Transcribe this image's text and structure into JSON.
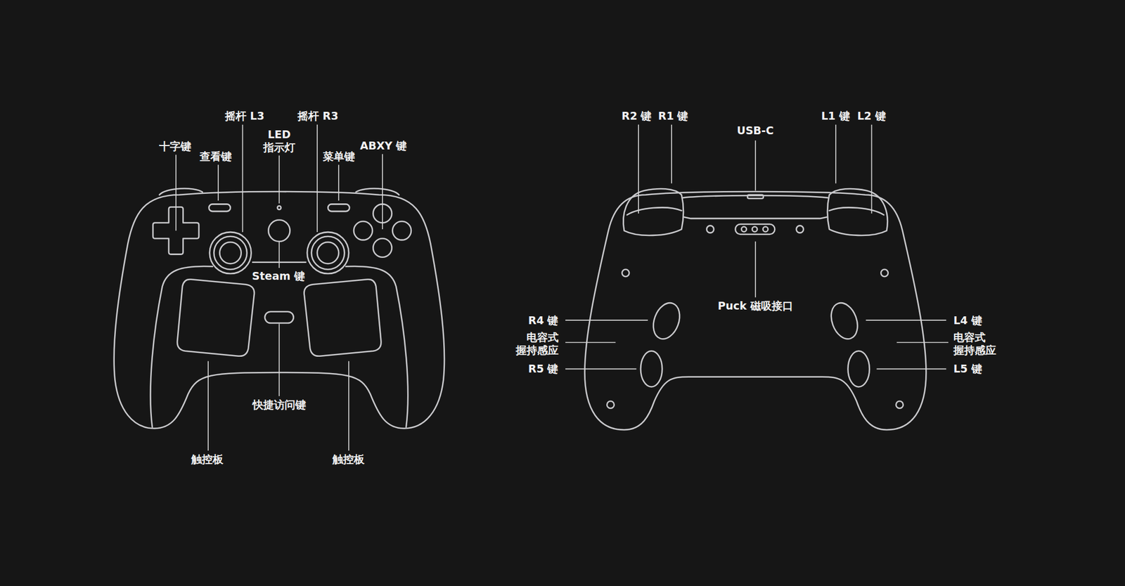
{
  "diagram": {
    "labels": [
      "摇杆 L3",
      "摇杆 R3",
      "LED 指示灯",
      "十字键",
      "查看键",
      "菜单键",
      "ABXY 键",
      "Steam 键",
      "快捷访问键",
      "触控板",
      "触控板",
      "R2 键",
      "R1 键",
      "USB-C",
      "L1 键",
      "L2 键",
      "Puck 磁吸接口",
      "R4 键",
      "电容式 握持感应",
      "R5 键",
      "L4 键",
      "电容式 握持感应",
      "L5 键"
    ]
  }
}
